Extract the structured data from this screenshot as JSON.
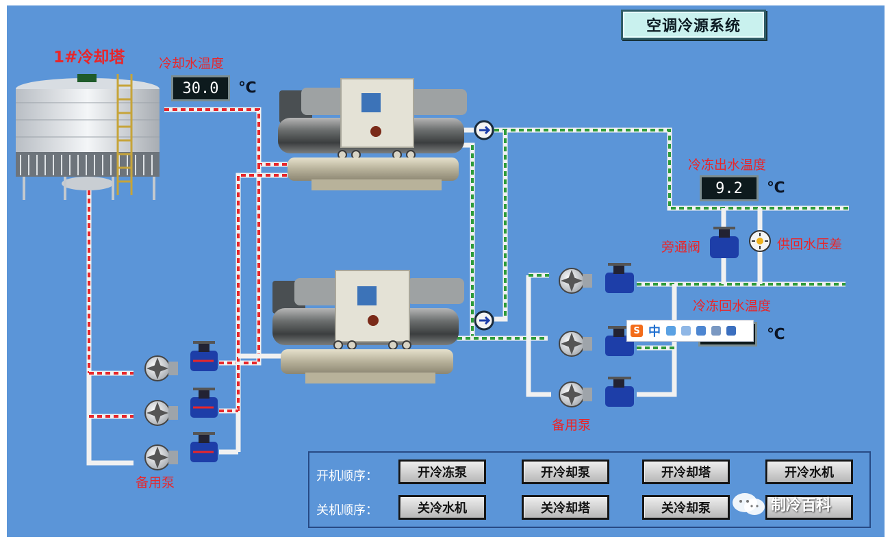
{
  "window": {
    "title": "空调冷源系统"
  },
  "labels": {
    "cooling_tower": "1#冷却塔",
    "cooling_water_temp": "冷却水温度",
    "chilled_supply_temp": "冷冻出水温度",
    "bypass_valve": "旁通阀",
    "supply_return_pressure": "供回水压差",
    "chilled_return_temp": "冷冻回水温度",
    "standby_pump_left": "备用泵",
    "standby_pump_right": "备用泵"
  },
  "readouts": {
    "cooling_water_temp": "30.0",
    "chilled_supply_temp": "9.2",
    "chilled_return_temp": "",
    "unit_symbol": "℃"
  },
  "controls": {
    "start_label": "开机顺序：",
    "stop_label": "关机顺序：",
    "start_buttons": [
      "开冷冻泵",
      "开冷却泵",
      "开冷却塔",
      "开冷水机"
    ],
    "stop_buttons": [
      "关冷水机",
      "关冷却塔",
      "关冷却泵",
      ""
    ]
  },
  "ime_bar": {
    "brand": "S",
    "mode": "中"
  },
  "watermark": "制冷百科",
  "colors": {
    "background": "#5b95d8",
    "cooling_pipe_stripe": "#e8262a",
    "chilled_pipe_stripe": "#2e9b3a",
    "pipe_base": "#f1f1f1",
    "label_red": "#e8262a",
    "pump_valve_blue": "#1d3ea8"
  }
}
